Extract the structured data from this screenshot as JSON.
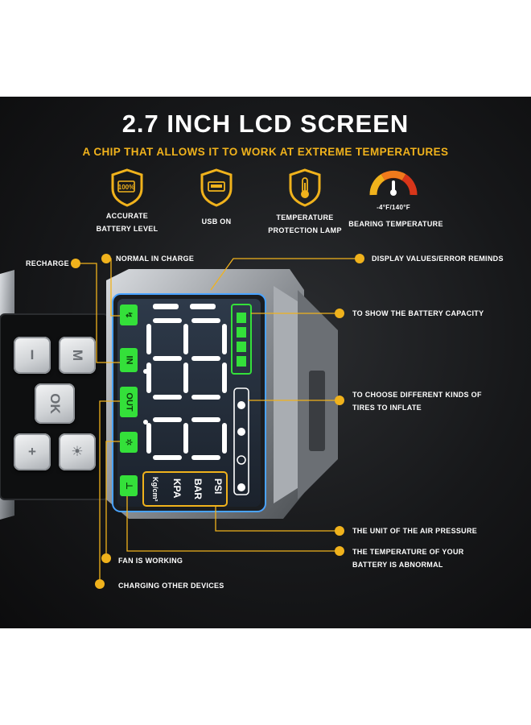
{
  "headline": "2.7 INCH LCD SCREEN",
  "subline": "A CHIP THAT ALLOWS IT TO WORK AT EXTREME TEMPERATURES",
  "colors": {
    "accent": "#f0b21c",
    "lcd_green": "#34e03a",
    "background": "#17181a",
    "text": "#ffffff"
  },
  "features": [
    {
      "icon": "battery-shield-icon",
      "icon_text": "100%",
      "line1": "ACCURATE",
      "line2": "BATTERY LEVEL"
    },
    {
      "icon": "usb-shield-icon",
      "line1": "USB ON",
      "line2": ""
    },
    {
      "icon": "thermometer-shield-icon",
      "line1": "TEMPERATURE",
      "line2": "PROTECTION LAMP"
    },
    {
      "icon": "temperature-gauge-icon",
      "gauge_text": "-4°F/140°F",
      "line1": "BEARING TEMPERATURE",
      "line2": ""
    }
  ],
  "callouts": {
    "recharge": "RECHARGE",
    "normal_in_charge": "NORMAL IN CHARGE",
    "display_values": "DISPLAY VALUES/ERROR REMINDS",
    "battery_capacity": "TO SHOW THE BATTERY CAPACITY",
    "choose_tires_1": "TO CHOOSE DIFFERENT KINDS OF",
    "choose_tires_2": "TIRES TO INFLATE",
    "air_pressure_unit": "THE UNIT OF THE AIR PRESSURE",
    "battery_temp_1": "THE TEMPERATURE OF YOUR",
    "battery_temp_2": "BATTERY IS ABNORMAL",
    "fan_working": "FAN IS WORKING",
    "charging_devices": "CHARGING OTHER DEVICES"
  },
  "keys": {
    "minus": "I",
    "mode": "M",
    "ok": "OK",
    "plus": "+",
    "light": "☀"
  },
  "lcd": {
    "indicator_in": "IN",
    "indicator_out": "OUT",
    "units": [
      "PSI",
      "BAR",
      "KPA",
      "Kg/cm²"
    ]
  }
}
